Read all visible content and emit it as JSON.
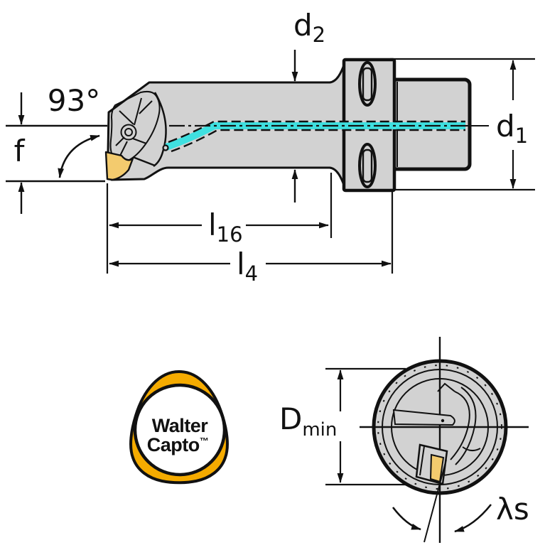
{
  "title": "Walter Capto boring bar technical drawing",
  "colors": {
    "ink": "#111111",
    "gray": "#d2d2d2",
    "cyan": "#3fe0e0",
    "gold": "#f3cb6e",
    "yellow": "#f5ab00"
  },
  "side_view": {
    "angle_label": "93°",
    "f_label": "f",
    "d2_label": {
      "base": "d",
      "sub": "2"
    },
    "d1_label": {
      "base": "d",
      "sub": "1"
    },
    "l16_label": {
      "base": "l",
      "sub": "16"
    },
    "l4_label": {
      "base": "l",
      "sub": "4"
    }
  },
  "end_view": {
    "dmin_label": {
      "base": "D",
      "sub": "min"
    },
    "lambda_label": "λs"
  },
  "logo": {
    "line1": "Walter",
    "line2": "Capto",
    "trademark": "™"
  }
}
